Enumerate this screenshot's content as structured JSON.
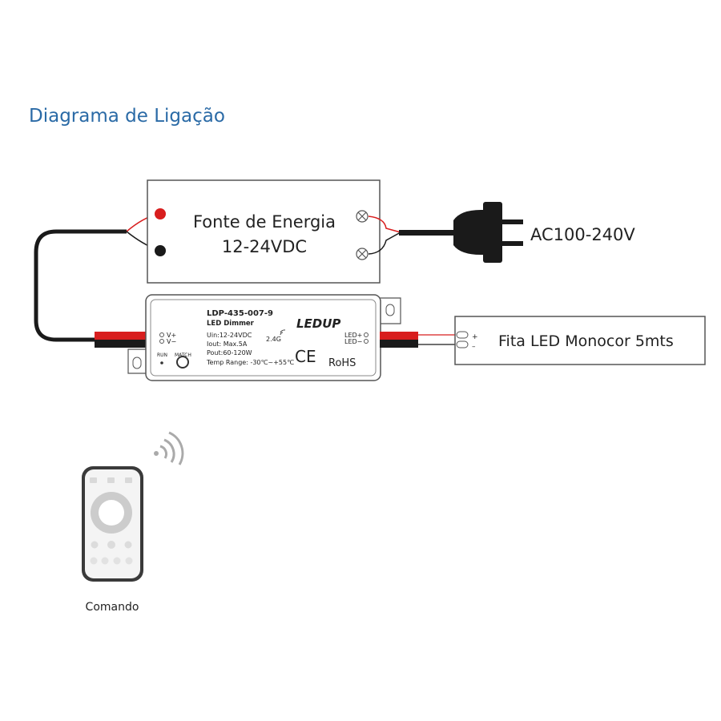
{
  "title": "Diagrama de Ligação",
  "power_supply": {
    "line1": "Fonte de Energia",
    "line2": "12-24VDC"
  },
  "ac_label": "AC100-240V",
  "led_strip": {
    "label": "Fita LED Monocor 5mts",
    "plus": "+",
    "minus": "–"
  },
  "dimmer": {
    "model": "LDP-435-007-9",
    "name": "LED Dimmer",
    "brand": "LEDUP",
    "vplus": "V+",
    "vminus": "V−",
    "ledplus": "LED+",
    "ledminus": "LED−",
    "spec_uin": "Uin:12-24VDC",
    "spec_iout": "Iout: Max.5A",
    "spec_pout": "Pout:60-120W",
    "spec_temp": "Temp Range: -30℃~+55℃",
    "freq": "2.4G",
    "ce": "CE",
    "rohs": "RoHS",
    "run": "RUN",
    "match": "MATCH"
  },
  "remote": {
    "label": "Comando"
  },
  "colors": {
    "title": "#2a6aa6",
    "wire_red": "#d81e1e",
    "wire_black": "#1a1a1a",
    "outline": "#555555"
  }
}
